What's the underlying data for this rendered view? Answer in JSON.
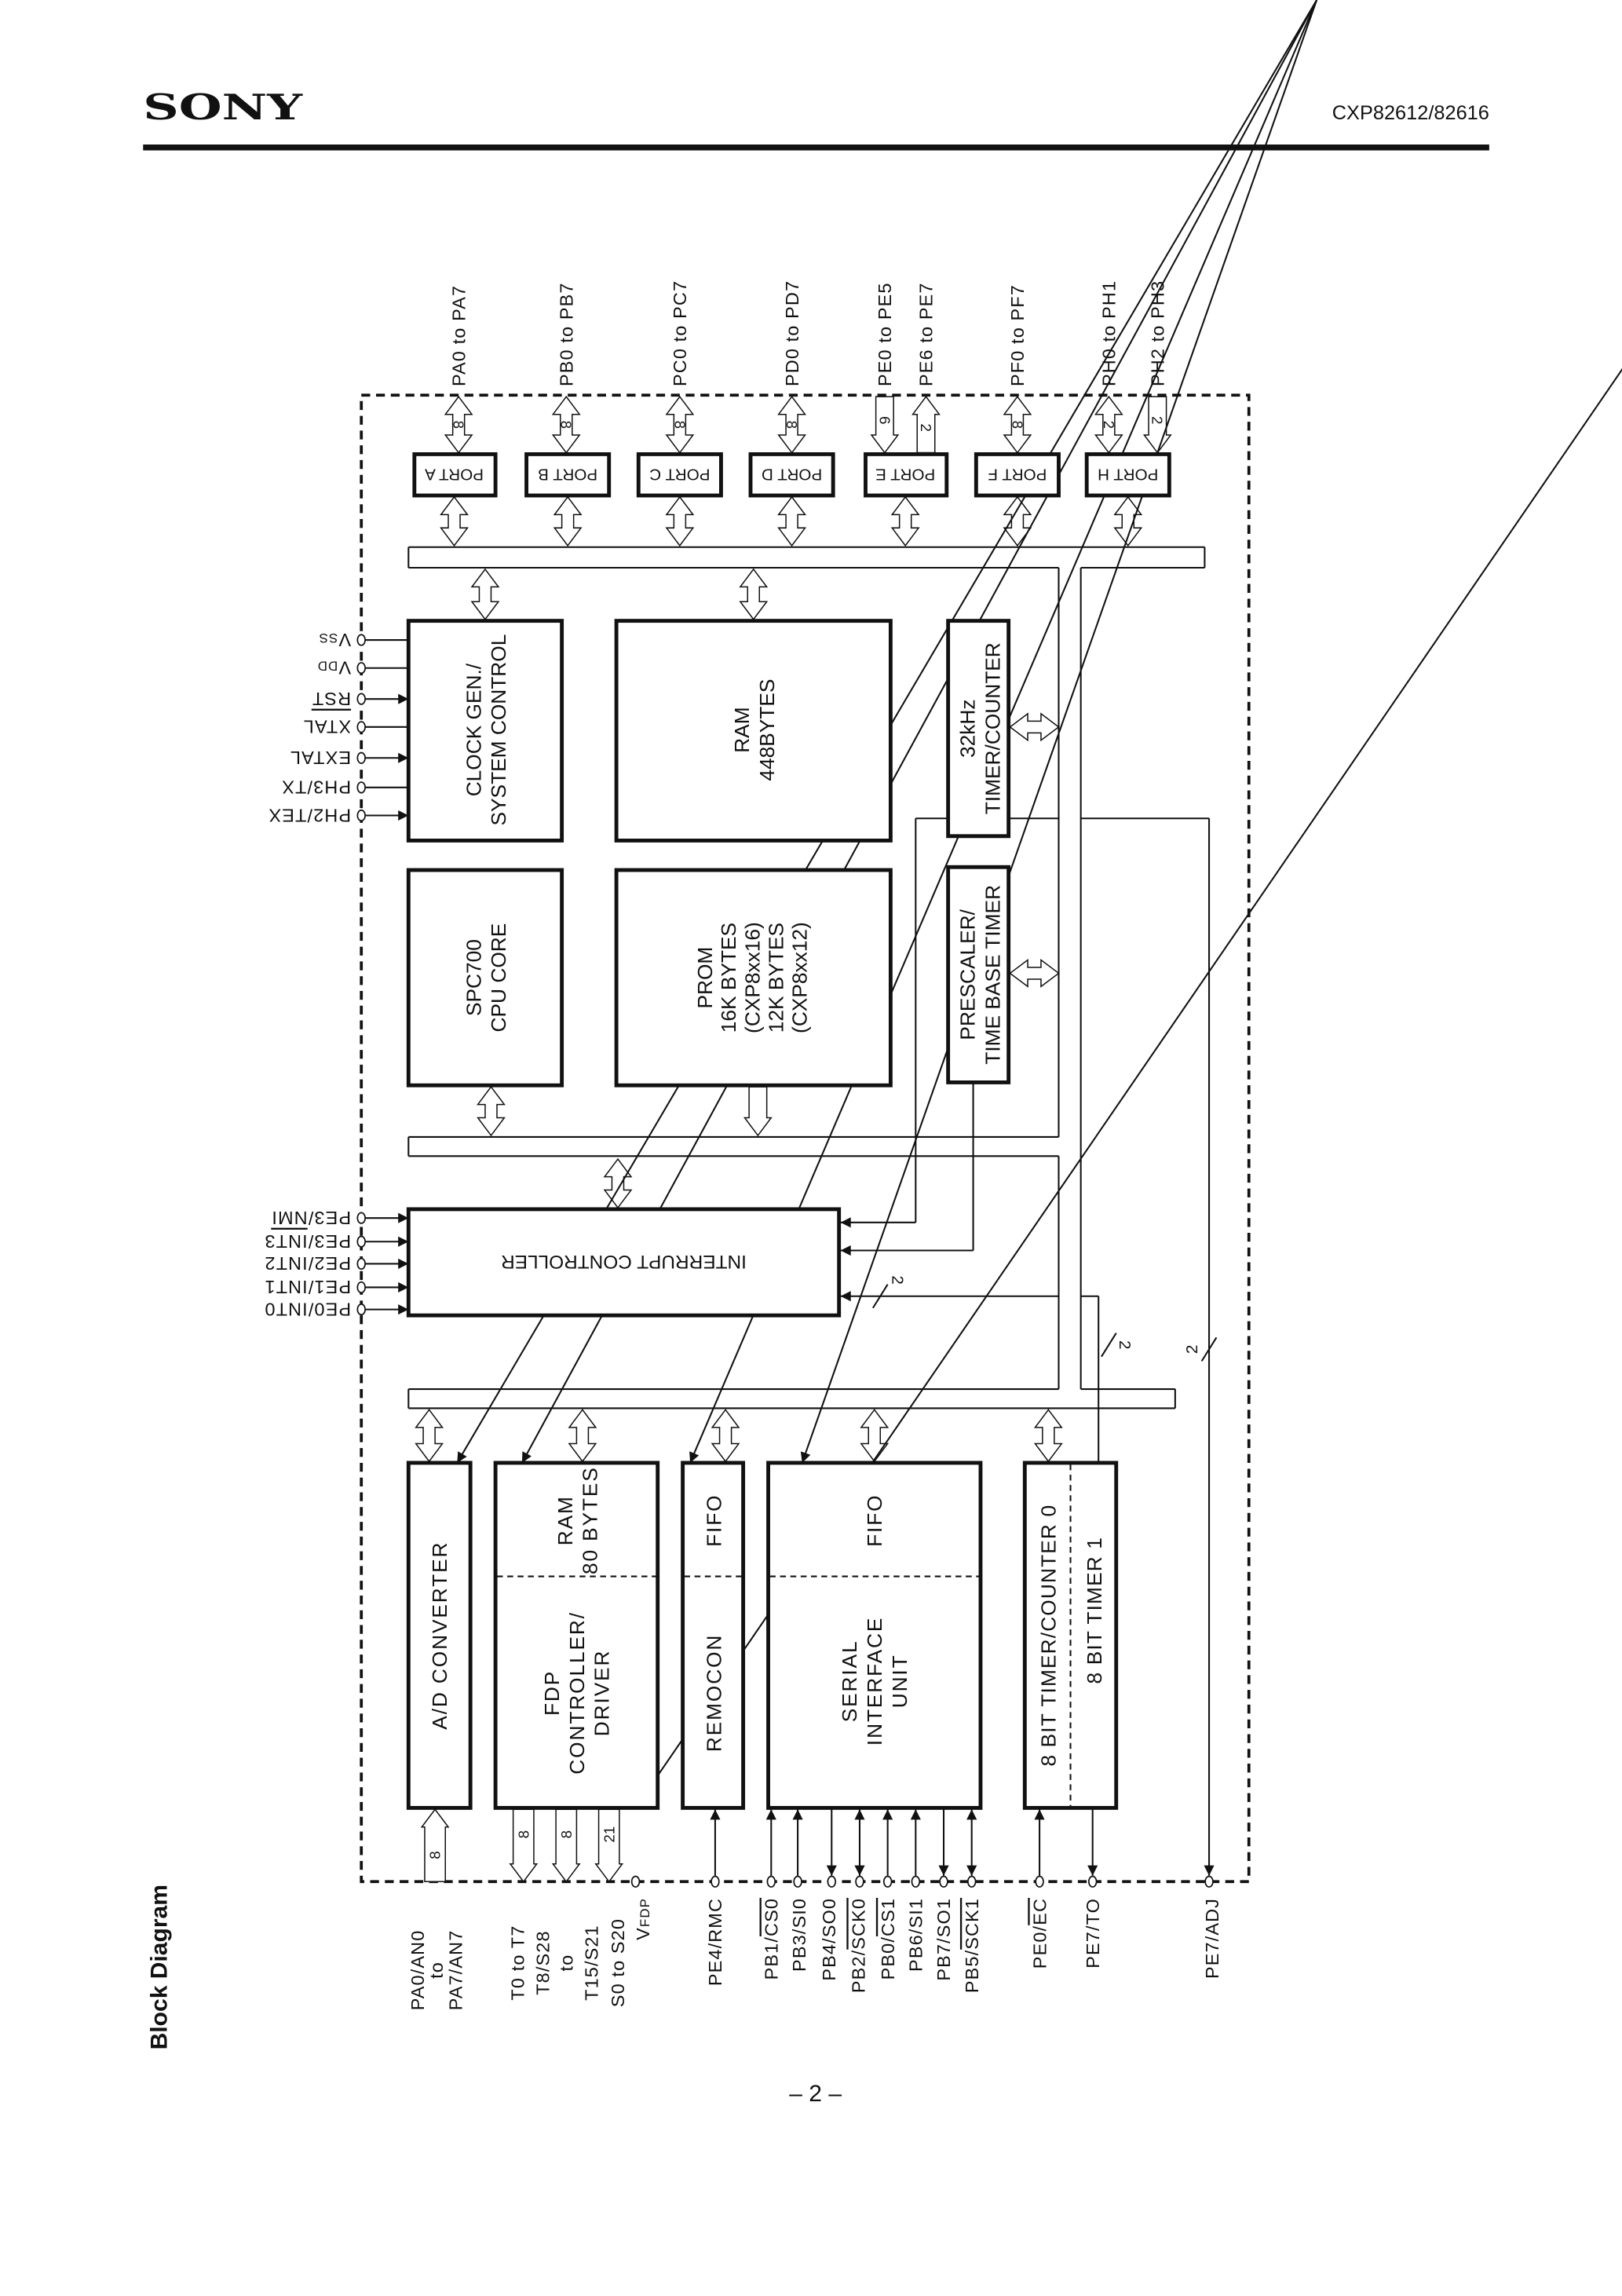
{
  "header": {
    "brand": "SONY",
    "part_number": "CXP82612/82616"
  },
  "section_title": "Block Diagram",
  "page_number": "– 2 –",
  "ports": {
    "a": {
      "label": "PORT A",
      "pins": "PA0 to PA7",
      "width": "8"
    },
    "b": {
      "label": "PORT B",
      "pins": "PB0 to PB7",
      "width": "8"
    },
    "c": {
      "label": "PORT C",
      "pins": "PC0 to PC7",
      "width": "8"
    },
    "d": {
      "label": "PORT D",
      "pins": "PD0 to PD7",
      "width": "8"
    },
    "e": {
      "label": "PORT E",
      "pins_in": "PE0 to PE5",
      "width_in": "6",
      "pins_out": "PE6 to PE7",
      "width_out": "2"
    },
    "f": {
      "label": "PORT F",
      "pins": "PF0 to PF7",
      "width": "8"
    },
    "h": {
      "label": "PORT H",
      "pins_io": "PH0 to PH1",
      "width_io": "2",
      "pins_in": "PH2 to PH3",
      "width_in": "2"
    }
  },
  "blocks": {
    "clock": [
      "CLOCK GEN./",
      "SYSTEM CONTROL"
    ],
    "ram": [
      "RAM",
      "448BYTES"
    ],
    "timer32k": [
      "32kHz",
      "TIMER/COUNTER"
    ],
    "cpu": [
      "SPC700",
      "CPU CORE"
    ],
    "prom": [
      "PROM",
      "16K BYTES",
      "(CXP8xx16)",
      "12K BYTES",
      "(CXP8xx12)"
    ],
    "prescaler": [
      "PRESCALER/",
      "TIME BASE TIMER"
    ],
    "interrupt": "INTERRUPT CONTROLLER",
    "adc": "A/D CONVERTER",
    "fdp_ram": [
      "RAM",
      "80 BYTES"
    ],
    "fdp": [
      "FDP",
      "CONTROLLER/",
      "DRIVER"
    ],
    "remocon_fifo": "FIFO",
    "remocon": "REMOCON",
    "sio_fifo": "FIFO",
    "sio": [
      "SERIAL",
      "INTERFACE",
      "UNIT"
    ],
    "timer0": "8 BIT TIMER/COUNTER 0",
    "timer1": "8 BIT TIMER 1"
  },
  "clock_pins": [
    {
      "pre": "V",
      "sub": "SS"
    },
    {
      "pre": "V",
      "sub": "DD"
    },
    {
      "bar": "RST"
    },
    {
      "pre": "XTAL"
    },
    {
      "pre": "EXTAL"
    },
    {
      "pre": "PH3/TX"
    },
    {
      "pre": "PH2/TEX"
    }
  ],
  "interrupt_pins": [
    {
      "pre": "PE3/",
      "bar": "NMI"
    },
    {
      "pre": "PE3/INT3"
    },
    {
      "pre": "PE2/INT2"
    },
    {
      "pre": "PE1/INT1"
    },
    {
      "pre": "PE0/INT0"
    }
  ],
  "adc_pins": [
    "PA0/AN0",
    "to",
    "PA7/AN7"
  ],
  "fdp_pins": [
    "T0 to T7",
    "T8/S28",
    "to",
    "T15/S21",
    "S0 to S20"
  ],
  "vfdp": {
    "pre": "V",
    "sub": "FDP"
  },
  "remocon_pin": "PE4/RMC",
  "sio_pins": [
    {
      "pre": "PB1/",
      "bar": "CS0"
    },
    {
      "pre": "PB3/SI0"
    },
    {
      "pre": "PB4/SO0"
    },
    {
      "pre": "PB2/",
      "bar": "SCK0"
    },
    {
      "pre": "PB0/",
      "bar": "CS1"
    },
    {
      "pre": "PB6/SI1"
    },
    {
      "pre": "PB7/SO1"
    },
    {
      "pre": "PB5/",
      "bar": "SCK1"
    }
  ],
  "timer_pins": [
    {
      "pre": "PE0/",
      "bar": "EC"
    },
    {
      "pre": "PE7/TO"
    }
  ],
  "adj_pin": "PE7/ADJ",
  "bus_widths": {
    "adc": "8",
    "fdp_t": "8",
    "fdp_s": "8",
    "fdp_seg": "21",
    "interrupt_timer": "2",
    "timer_bus": "2",
    "adj": "2"
  }
}
